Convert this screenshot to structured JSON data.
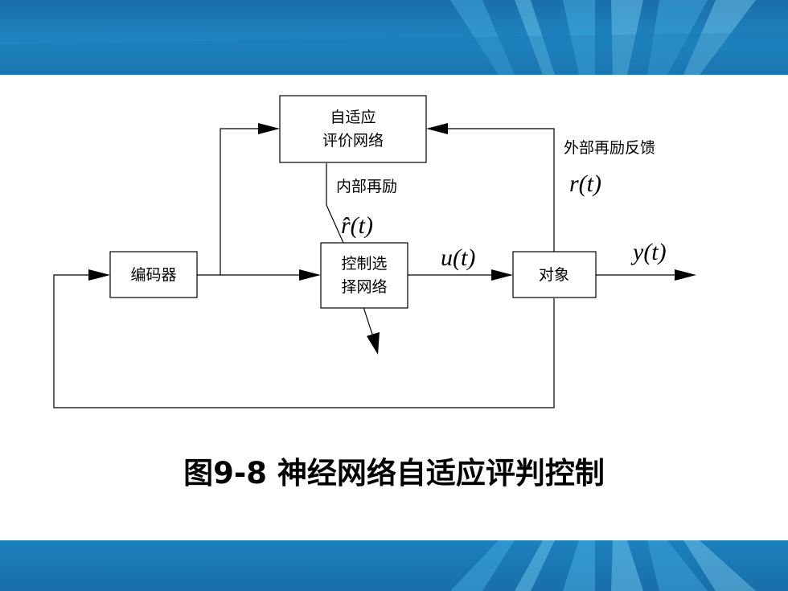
{
  "blocks": {
    "encoder": "编码器",
    "critic_line1": "自适应",
    "critic_line2": "评价网络",
    "controller_line1": "控制选",
    "controller_line2": "择网络",
    "plant": "对象"
  },
  "signals": {
    "internal_reinforcement_label": "内部再励",
    "internal_reinforcement_symbol": "r̂(t)",
    "external_feedback_label": "外部再励反馈",
    "external_feedback_symbol": "r(t)",
    "control_symbol": "u(t)",
    "output_symbol": "y(t)"
  },
  "caption": "图9-8  神经网络自适应评判控制",
  "colors": {
    "band": "#1a78b3",
    "band_highlight": "#5ec8f0"
  }
}
